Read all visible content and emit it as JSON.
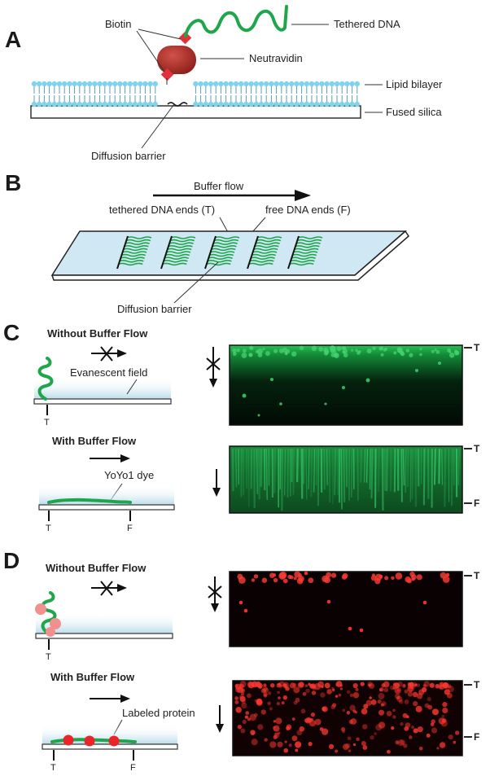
{
  "panel_a": {
    "letter": "A",
    "biotin": "Biotin",
    "tethered_dna": "Tethered DNA",
    "neutravidin": "Neutravidin",
    "lipid_bilayer": "Lipid bilayer",
    "fused_silica": "Fused silica",
    "diffusion_barrier": "Diffusion barrier"
  },
  "panel_b": {
    "letter": "B",
    "buffer_flow": "Buffer flow",
    "tethered_ends": "tethered DNA ends (T)",
    "free_ends": "free DNA ends (F)",
    "diffusion_barrier": "Diffusion barrier"
  },
  "panel_c": {
    "letter": "C",
    "without_flow": "Without Buffer Flow",
    "evanescent": "Evanescent field",
    "with_flow": "With Buffer Flow",
    "yoyo": "YoYo1 dye",
    "t1": "T",
    "t2": "T",
    "f2": "F",
    "img_t1": "T",
    "img_t2": "T",
    "img_f2": "F"
  },
  "panel_d": {
    "letter": "D",
    "without_flow": "Without Buffer Flow",
    "with_flow": "With Buffer Flow",
    "labeled_protein": "Labeled protein",
    "t1": "T",
    "t2": "T",
    "f2": "F",
    "img_t1": "T",
    "img_t2": "T",
    "img_f2": "F"
  },
  "colors": {
    "dna_green": "#1fa64a",
    "neutravidin_red": "#b5332a",
    "biotin_red": "#e0323a",
    "lipid_blue": "#7fd3ec",
    "field_blue": "#cfe8f2",
    "protein_red": "#e8262a",
    "protein_pink": "#f29090"
  }
}
